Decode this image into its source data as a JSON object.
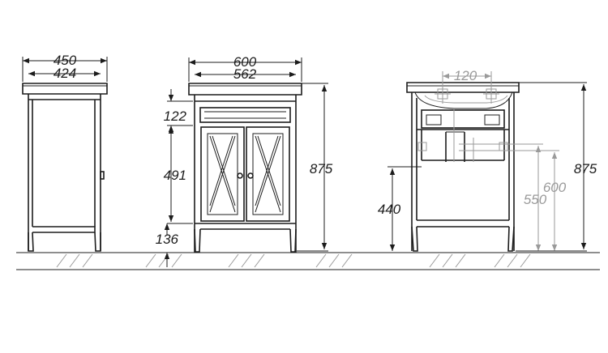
{
  "colors": {
    "line": "#1c1c1c",
    "hidden": "#9a9a9a",
    "background": "#ffffff"
  },
  "side_view": {
    "overall_depth": "450",
    "cabinet_depth": "424"
  },
  "front_view": {
    "overall_width": "600",
    "cabinet_width": "562",
    "drawer_height": "122",
    "door_height": "491",
    "leg_height": "136",
    "total_height": "875"
  },
  "back_view": {
    "drain_spacing": "120",
    "pipe_height": "440",
    "hidden_height_a": "550",
    "hidden_height_b": "600",
    "total_height": "875"
  }
}
